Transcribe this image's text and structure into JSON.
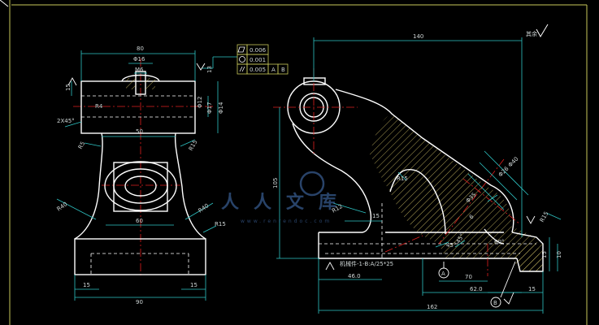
{
  "drawing": {
    "colors": {
      "background": "#000000",
      "outline": "#ffffff",
      "centerline": "#e02020",
      "dimension": "#2ec4c4",
      "hidden": "#ffffff",
      "hatch": "#d8c86a",
      "frame": "#c8c85a",
      "watermark": "#4a7ac0"
    },
    "roughness_note": "其余",
    "front_view": {
      "dimensions": [
        "80",
        "Φ16",
        "M6",
        "Φ12",
        "50",
        "60",
        "90",
        "15",
        "15",
        "R4",
        "R40",
        "R40",
        "R15",
        "R5",
        "R15",
        "Φ17",
        "Φ14",
        "15",
        "13",
        "2X45°"
      ]
    },
    "tolerance_frames": [
      {
        "value": "0.006"
      },
      {
        "value": "0.001"
      },
      {
        "value": "0.005",
        "datums": [
          "A",
          "B"
        ]
      }
    ],
    "side_view": {
      "dimensions": [
        "140",
        "105",
        "162",
        "62.0",
        "46.0",
        "70",
        "15",
        "15",
        "R12",
        "R15",
        "R15",
        "Φ40",
        "Φ26",
        "Φ35",
        "45°",
        "45°",
        "60°",
        "6",
        "10",
        "15"
      ],
      "datum_labels": [
        "A",
        "B"
      ],
      "section_note": "机械件-1-B:A/25*25"
    },
    "watermark": {
      "title": "人人文库",
      "url": "www.renrendoc.com"
    }
  }
}
